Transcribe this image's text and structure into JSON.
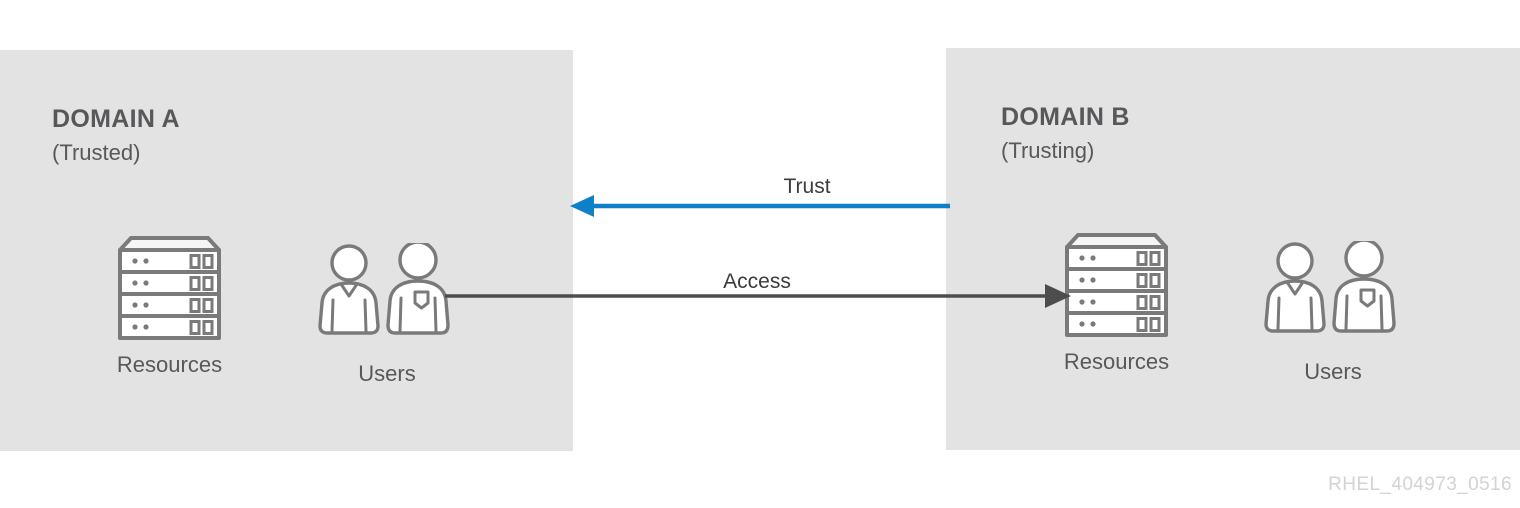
{
  "diagram": {
    "title_a": "DOMAIN A",
    "subtitle_a": "(Trusted)",
    "title_b": "DOMAIN B",
    "subtitle_b": "(Trusting)",
    "captions": {
      "resources_a": "Resources",
      "users_a": "Users",
      "resources_b": "Resources",
      "users_b": "Users"
    },
    "arrows": {
      "trust_label": "Trust",
      "trust_direction": "right-to-left",
      "trust_color": "#0f80c8",
      "access_label": "Access",
      "access_direction": "left-to-right",
      "access_color": "#4d4d4d"
    },
    "watermark": "RHEL_404973_0516",
    "colors": {
      "panel_background": "#e3e3e3",
      "page_background": "#ffffff",
      "text": "#58585b",
      "icon_stroke": "#7a7a7a",
      "watermark": "#d3d3d5"
    }
  }
}
